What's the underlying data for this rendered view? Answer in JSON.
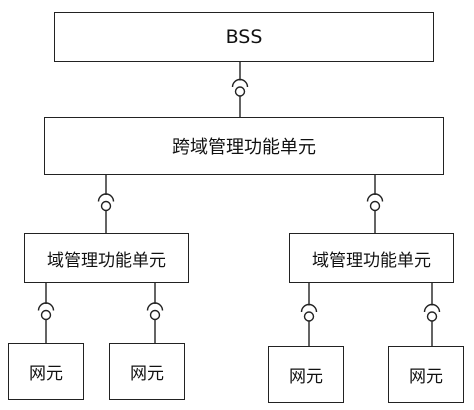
{
  "diagram": {
    "bss_label": "BSS",
    "cross_domain_label": "跨域管理功能单元",
    "domain_units": [
      {
        "label": "域管理功能单元"
      },
      {
        "label": "域管理功能单元"
      }
    ],
    "network_elements": [
      {
        "label": "网元"
      },
      {
        "label": "网元"
      },
      {
        "label": "网元"
      },
      {
        "label": "网元"
      }
    ],
    "connector_style": "ball-and-socket interface"
  }
}
